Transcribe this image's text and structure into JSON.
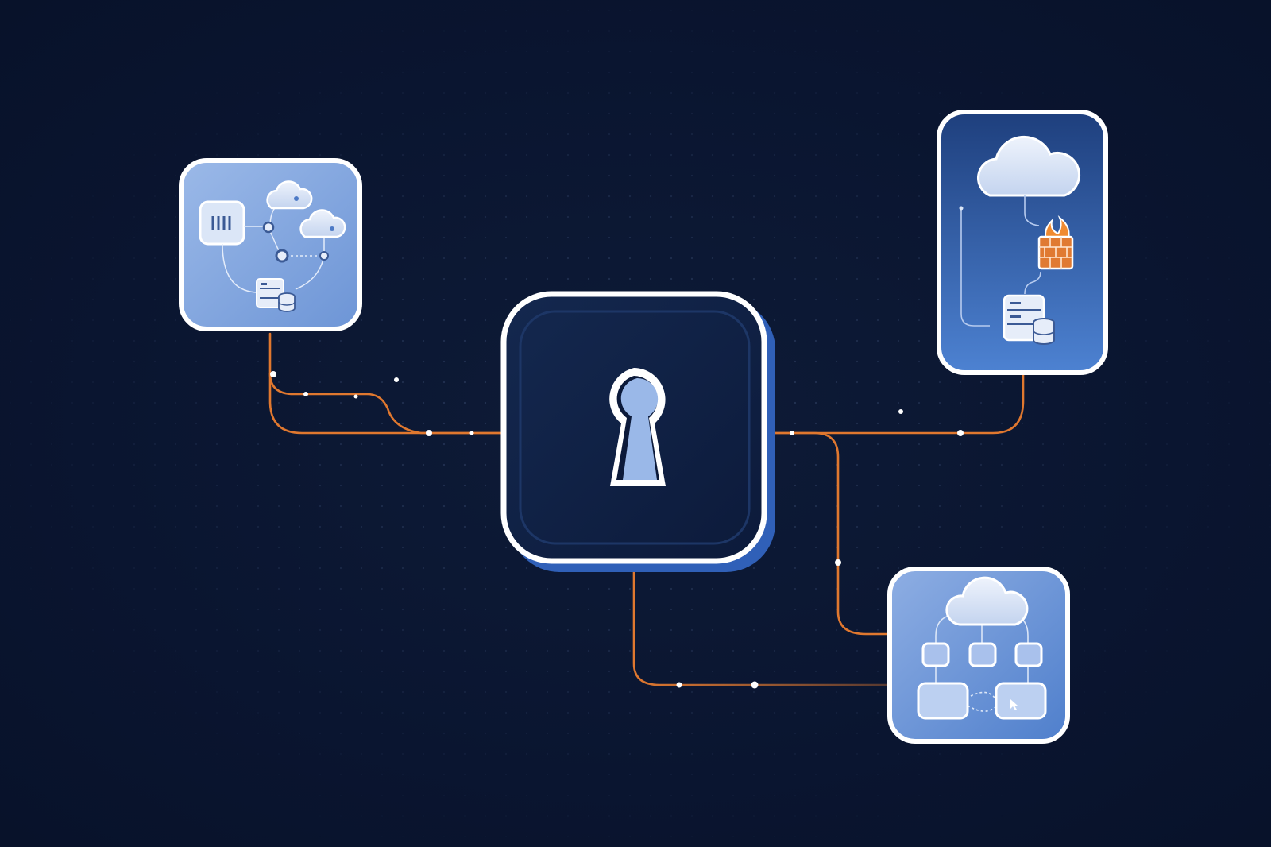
{
  "diagram": {
    "nodes": [
      {
        "id": "central-lock",
        "icon": "keyhole-icon"
      },
      {
        "id": "cloud-network-panel",
        "icons": [
          "network-device-icon",
          "cloud-icon",
          "cloud-icon",
          "server-database-icon"
        ]
      },
      {
        "id": "cloud-firewall-panel",
        "icons": [
          "cloud-icon",
          "firewall-icon",
          "server-database-icon"
        ]
      },
      {
        "id": "cloud-hierarchy-panel",
        "icons": [
          "cloud-icon",
          "node-icon",
          "node-icon",
          "node-icon",
          "node-icon",
          "node-icon"
        ]
      }
    ],
    "edges": [
      {
        "from": "cloud-network-panel",
        "to": "central-lock"
      },
      {
        "from": "central-lock",
        "to": "cloud-firewall-panel"
      },
      {
        "from": "central-lock",
        "to": "cloud-hierarchy-panel"
      },
      {
        "from": "central-lock",
        "to": "cloud-hierarchy-panel"
      }
    ]
  },
  "colors": {
    "background": "#0a1530",
    "panel_light": "#8fb0e3",
    "panel_mid": "#4f80cc",
    "lock_panel": "#0f2248",
    "connector": "#e0782f",
    "outline": "#ffffff"
  }
}
